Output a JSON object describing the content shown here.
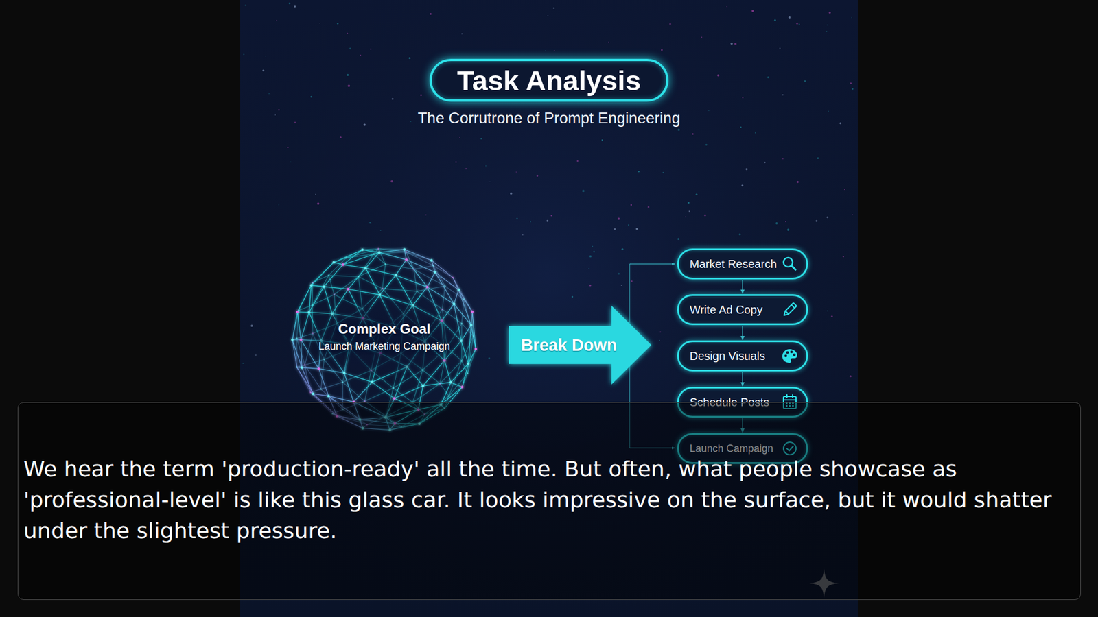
{
  "diagram": {
    "title": "Task Analysis",
    "caption": "We hear the term 'production-ready' all the time. But often, what people showcase as 'professional-level' is like this glass car. It looks impressive on the surface, but it would shatter under the slightest pressure.",
    "nodes": [
      {
        "text": [
          "Complex Goal",
          "Launch Marketing Campaign"
        ]
      },
      {
        "text": [
          "Break Down"
        ]
      },
      {
        "text": [
          "Market Research"
        ]
      },
      {
        "text": [
          "Write Ad Copy"
        ]
      },
      {
        "text": [
          "Design Visuals"
        ]
      },
      {
        "text": [
          "Schedule Posts"
        ]
      },
      {
        "text": [
          "Launch Campaign"
        ]
      }
    ],
    "edges": [
      {
        "from": 2,
        "to": 3,
        "arrow": "to"
      },
      {
        "from": 3,
        "to": 4,
        "arrow": "to"
      },
      {
        "from": 4,
        "to": 5,
        "arrow": "to"
      },
      {
        "from": 5,
        "to": 6,
        "arrow": "to"
      }
    ],
    "labels": [
      "The Corrutrone of Prompt Engineering"
    ]
  }
}
